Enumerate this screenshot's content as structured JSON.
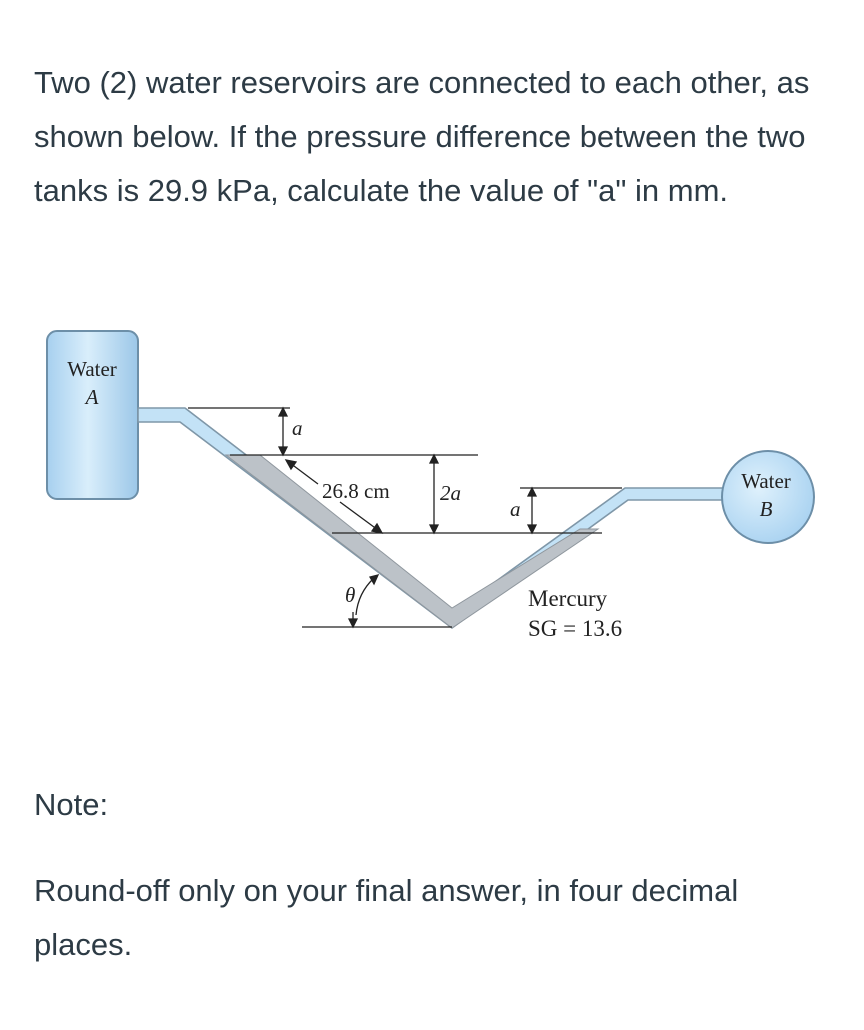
{
  "problem_text": "Two (2) water reservoirs are connected to each other, as shown below. If the pressure difference between the two tanks is 29.9 kPa, calculate the value of \"a\" in mm.",
  "note_label": "Note:",
  "instruction_text": "Round-off only on your final answer, in four decimal places.",
  "diagram": {
    "tank_a": {
      "name": "Water",
      "sub": "A"
    },
    "tank_b": {
      "name": "Water",
      "sub": "B"
    },
    "label_a_top": "a",
    "label_length": "26.8 cm",
    "label_2a": "2a",
    "label_a_right": "a",
    "label_theta": "θ",
    "fluid_name": "Mercury",
    "fluid_sg": "SG = 13.6",
    "colors": {
      "water": "#bfe0f7",
      "water_edge": "#6d8fa8",
      "mercury": "#bcc2c8"
    }
  }
}
